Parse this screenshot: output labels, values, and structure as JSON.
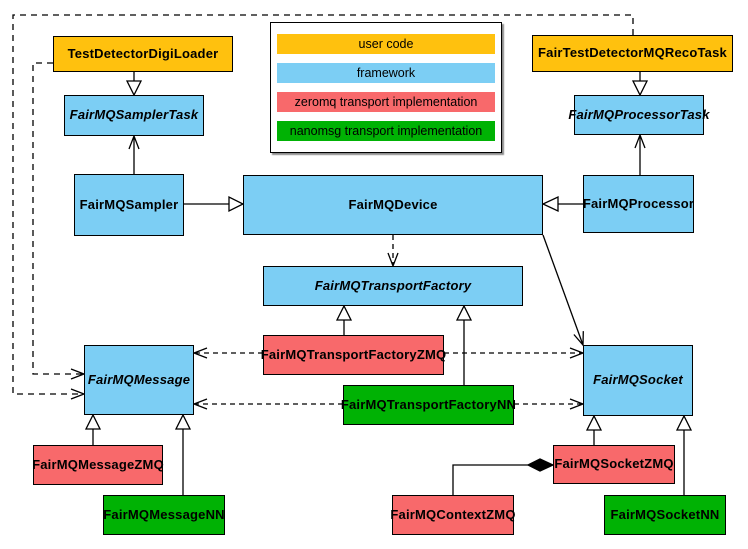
{
  "colors": {
    "user_code": "#ffc10e",
    "framework": "#7ccef4",
    "zeromq": "#f8696b",
    "nanomsg": "#00b204",
    "border": "#000000",
    "background": "#ffffff"
  },
  "legend": {
    "items": [
      {
        "id": "user_code",
        "label": "user code"
      },
      {
        "id": "framework",
        "label": "framework"
      },
      {
        "id": "zeromq",
        "label": "zeromq transport implementation"
      },
      {
        "id": "nanomsg",
        "label": "nanomsg transport implementation"
      }
    ]
  },
  "nodes": {
    "test_detector_digi_loader": {
      "label": "TestDetectorDigiLoader",
      "category": "user code",
      "abstract": false
    },
    "fairmq_sampler_task": {
      "label": "FairMQSamplerTask",
      "category": "framework",
      "abstract": true
    },
    "fairmq_sampler": {
      "label": "FairMQSampler",
      "category": "framework",
      "abstract": false
    },
    "fair_test_detector_mq_reco_task": {
      "label": "FairTestDetectorMQRecoTask",
      "category": "user code",
      "abstract": false
    },
    "fairmq_processor_task": {
      "label": "FairMQProcessorTask",
      "category": "framework",
      "abstract": true
    },
    "fairmq_processor": {
      "label": "FairMQProcessor",
      "category": "framework",
      "abstract": false
    },
    "fairmq_device": {
      "label": "FairMQDevice",
      "category": "framework",
      "abstract": false
    },
    "fairmq_transport_factory": {
      "label": "FairMQTransportFactory",
      "category": "framework",
      "abstract": true
    },
    "fairmq_transport_factory_zmq": {
      "label": "FairMQTransportFactoryZMQ",
      "category": "zeromq",
      "abstract": false
    },
    "fairmq_transport_factory_nn": {
      "label": "FairMQTransportFactoryNN",
      "category": "nanomsg",
      "abstract": false
    },
    "fairmq_message": {
      "label": "FairMQMessage",
      "category": "framework",
      "abstract": true
    },
    "fairmq_socket": {
      "label": "FairMQSocket",
      "category": "framework",
      "abstract": true
    },
    "fairmq_message_zmq": {
      "label": "FairMQMessageZMQ",
      "category": "zeromq",
      "abstract": false
    },
    "fairmq_message_nn": {
      "label": "FairMQMessageNN",
      "category": "nanomsg",
      "abstract": false
    },
    "fairmq_context_zmq": {
      "label": "FairMQContextZMQ",
      "category": "zeromq",
      "abstract": false
    },
    "fairmq_socket_zmq": {
      "label": "FairMQSocketZMQ",
      "category": "zeromq",
      "abstract": false
    },
    "fairmq_socket_nn": {
      "label": "FairMQSocketNN",
      "category": "nanomsg",
      "abstract": false
    }
  },
  "relationships": [
    {
      "from": "test_detector_digi_loader",
      "to": "fairmq_sampler_task",
      "type": "inheritance"
    },
    {
      "from": "fair_test_detector_mq_reco_task",
      "to": "fairmq_processor_task",
      "type": "inheritance"
    },
    {
      "from": "fairmq_sampler",
      "to": "fairmq_sampler_task",
      "type": "association"
    },
    {
      "from": "fairmq_processor",
      "to": "fairmq_processor_task",
      "type": "association"
    },
    {
      "from": "fairmq_sampler",
      "to": "fairmq_device",
      "type": "inheritance"
    },
    {
      "from": "fairmq_processor",
      "to": "fairmq_device",
      "type": "inheritance"
    },
    {
      "from": "fairmq_device",
      "to": "fairmq_transport_factory",
      "type": "dependency"
    },
    {
      "from": "fairmq_device",
      "to": "fairmq_socket",
      "type": "association"
    },
    {
      "from": "fairmq_transport_factory_zmq",
      "to": "fairmq_transport_factory",
      "type": "inheritance"
    },
    {
      "from": "fairmq_transport_factory_nn",
      "to": "fairmq_transport_factory",
      "type": "inheritance"
    },
    {
      "from": "fairmq_transport_factory_zmq",
      "to": "fairmq_message",
      "type": "dependency"
    },
    {
      "from": "fairmq_transport_factory_zmq",
      "to": "fairmq_socket",
      "type": "dependency"
    },
    {
      "from": "fairmq_transport_factory_nn",
      "to": "fairmq_message",
      "type": "dependency"
    },
    {
      "from": "fairmq_transport_factory_nn",
      "to": "fairmq_socket",
      "type": "dependency"
    },
    {
      "from": "test_detector_digi_loader",
      "to": "fairmq_message",
      "type": "dependency"
    },
    {
      "from": "fair_test_detector_mq_reco_task",
      "to": "fairmq_message",
      "type": "dependency"
    },
    {
      "from": "fairmq_message_zmq",
      "to": "fairmq_message",
      "type": "inheritance"
    },
    {
      "from": "fairmq_message_nn",
      "to": "fairmq_message",
      "type": "inheritance"
    },
    {
      "from": "fairmq_socket_zmq",
      "to": "fairmq_socket",
      "type": "inheritance"
    },
    {
      "from": "fairmq_socket_nn",
      "to": "fairmq_socket",
      "type": "inheritance"
    },
    {
      "from": "fairmq_socket_zmq",
      "to": "fairmq_context_zmq",
      "type": "composition"
    }
  ]
}
